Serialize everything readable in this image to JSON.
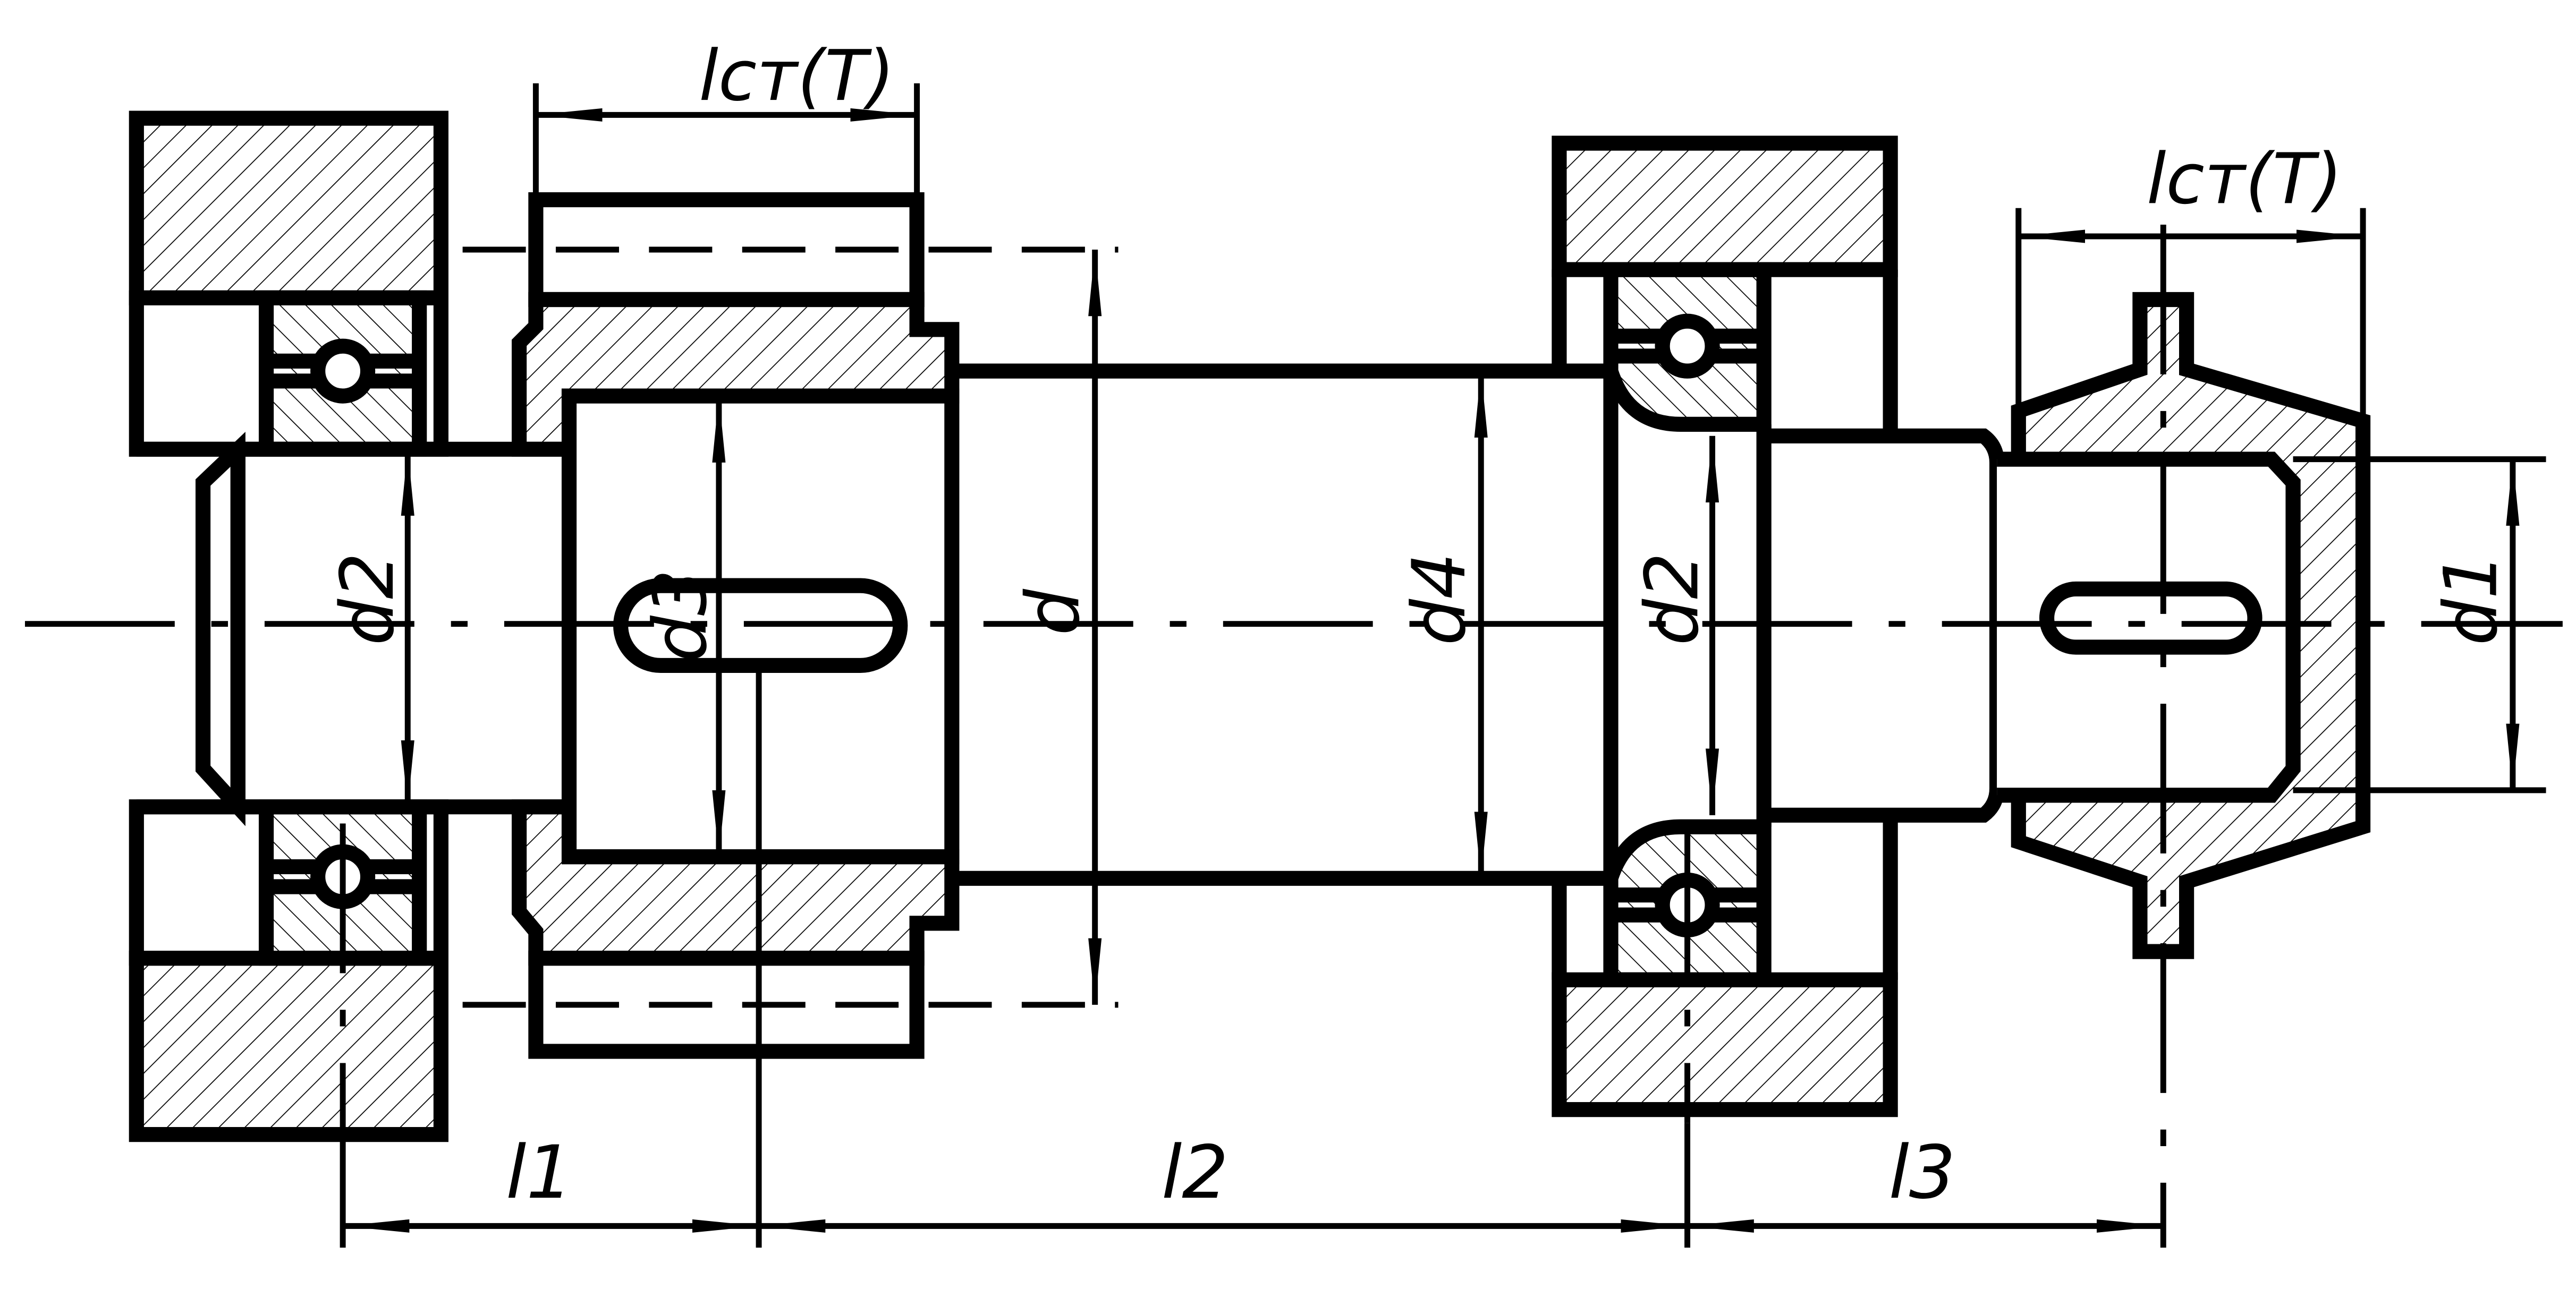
{
  "labels": {
    "l_st_left": "lст(Т)",
    "l_st_right": "lст(Т)",
    "d": "d",
    "d1": "d1",
    "d2_left": "d2",
    "d2_right": "d2",
    "d3": "d3",
    "d4": "d4",
    "l1": "l1",
    "l2": "l2",
    "l3": "l3"
  }
}
